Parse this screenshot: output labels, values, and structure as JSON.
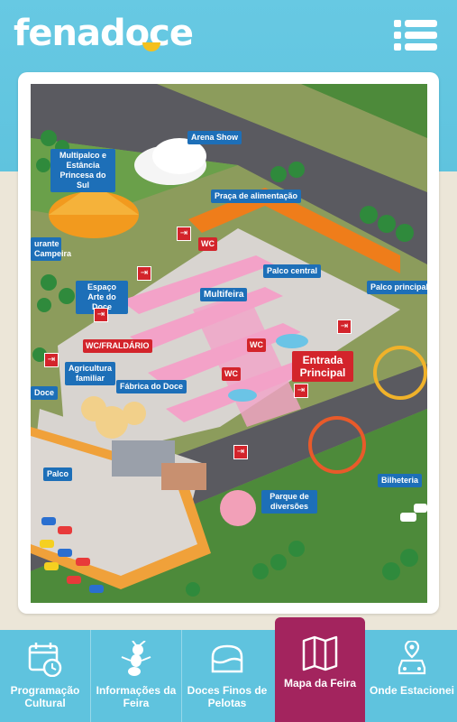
{
  "header": {
    "logo": "fenadoce",
    "menu_icon": "hamburger-list-icon"
  },
  "map": {
    "labels": {
      "arena_show": "Arena Show",
      "multipalco": "Multipalco e Estância Princesa do Sul",
      "praca": "Praça de alimentação",
      "restaurante": "urante Campeira",
      "espaco_arte": "Espaço Arte do Doce",
      "palco_central": "Palco central",
      "palco_principal": "Palco principal",
      "multifeira": "Multifeira",
      "wc_fraldario": "WC/FRALDÁRIO",
      "agricultura": "Agricultura familiar",
      "fabrica": "Fábrica do Doce",
      "doce": "Doce",
      "entrada": "Entrada Principal",
      "wc": "WC",
      "palco": "Palco",
      "parque": "Parque de diversões",
      "bilheteria": "Bilheteria"
    }
  },
  "tabs": [
    {
      "label": "Programação Cultural",
      "icon": "calendar-clock-icon",
      "active": false
    },
    {
      "label": "Informações da Feira",
      "icon": "ant-mascot-icon",
      "active": false
    },
    {
      "label": "Doces Finos de Pelotas",
      "icon": "cake-icon",
      "active": false
    },
    {
      "label": "Mapa da Feira",
      "icon": "folded-map-icon",
      "active": true
    },
    {
      "label": "Onde Estacionei",
      "icon": "car-pin-icon",
      "active": false
    }
  ],
  "colors": {
    "brand_blue": "#5fc3de",
    "active_tab": "#a3245e",
    "label_blue": "#1d6fb8",
    "label_red": "#d3242b"
  }
}
